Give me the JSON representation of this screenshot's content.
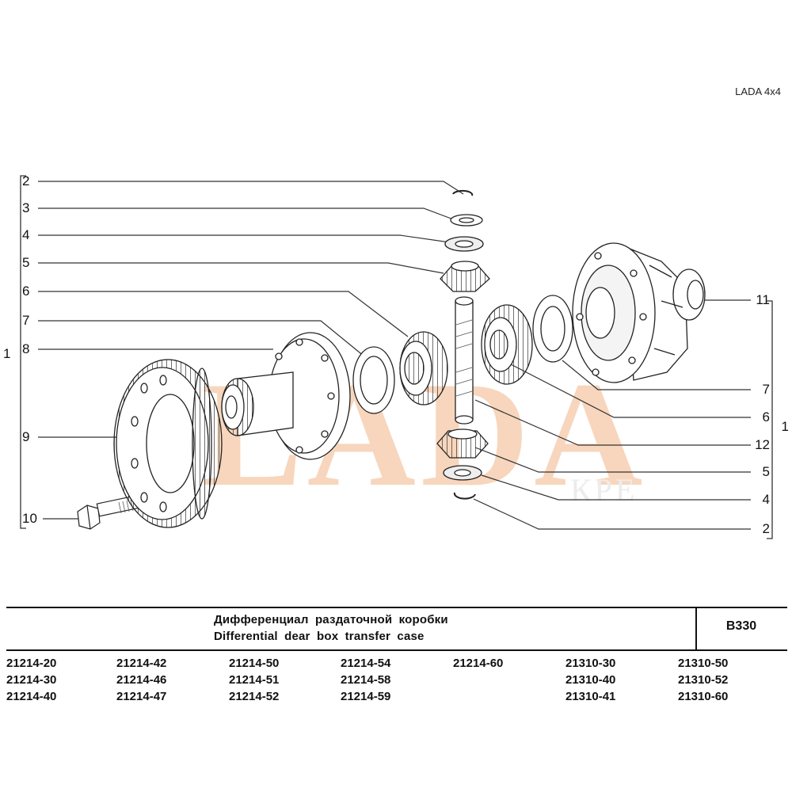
{
  "header": {
    "brand": "LADA 4x4"
  },
  "watermark": {
    "text": "LADA",
    "small": "КРЕ",
    "color": "#f5c9a8"
  },
  "callouts": {
    "left": [
      "2",
      "3",
      "4",
      "5",
      "6",
      "7",
      "8",
      "9",
      "10"
    ],
    "group_left": "1",
    "right": [
      "11",
      "7",
      "6",
      "12",
      "5",
      "4",
      "2"
    ],
    "group_right": "1"
  },
  "footer": {
    "title_ru": "Дифференциал раздаточной коробки",
    "title_en": "Differential dear box transfer case",
    "code": "B330"
  },
  "models": [
    [
      "21214-20",
      "21214-30",
      "21214-40"
    ],
    [
      "21214-42",
      "21214-46",
      "21214-47"
    ],
    [
      "21214-50",
      "21214-51",
      "21214-52"
    ],
    [
      "21214-54",
      "21214-58",
      "21214-59"
    ],
    [
      "21214-60"
    ],
    [
      "21310-30",
      "21310-40",
      "21310-41"
    ],
    [
      "21310-50",
      "21310-52",
      "21310-60"
    ]
  ]
}
